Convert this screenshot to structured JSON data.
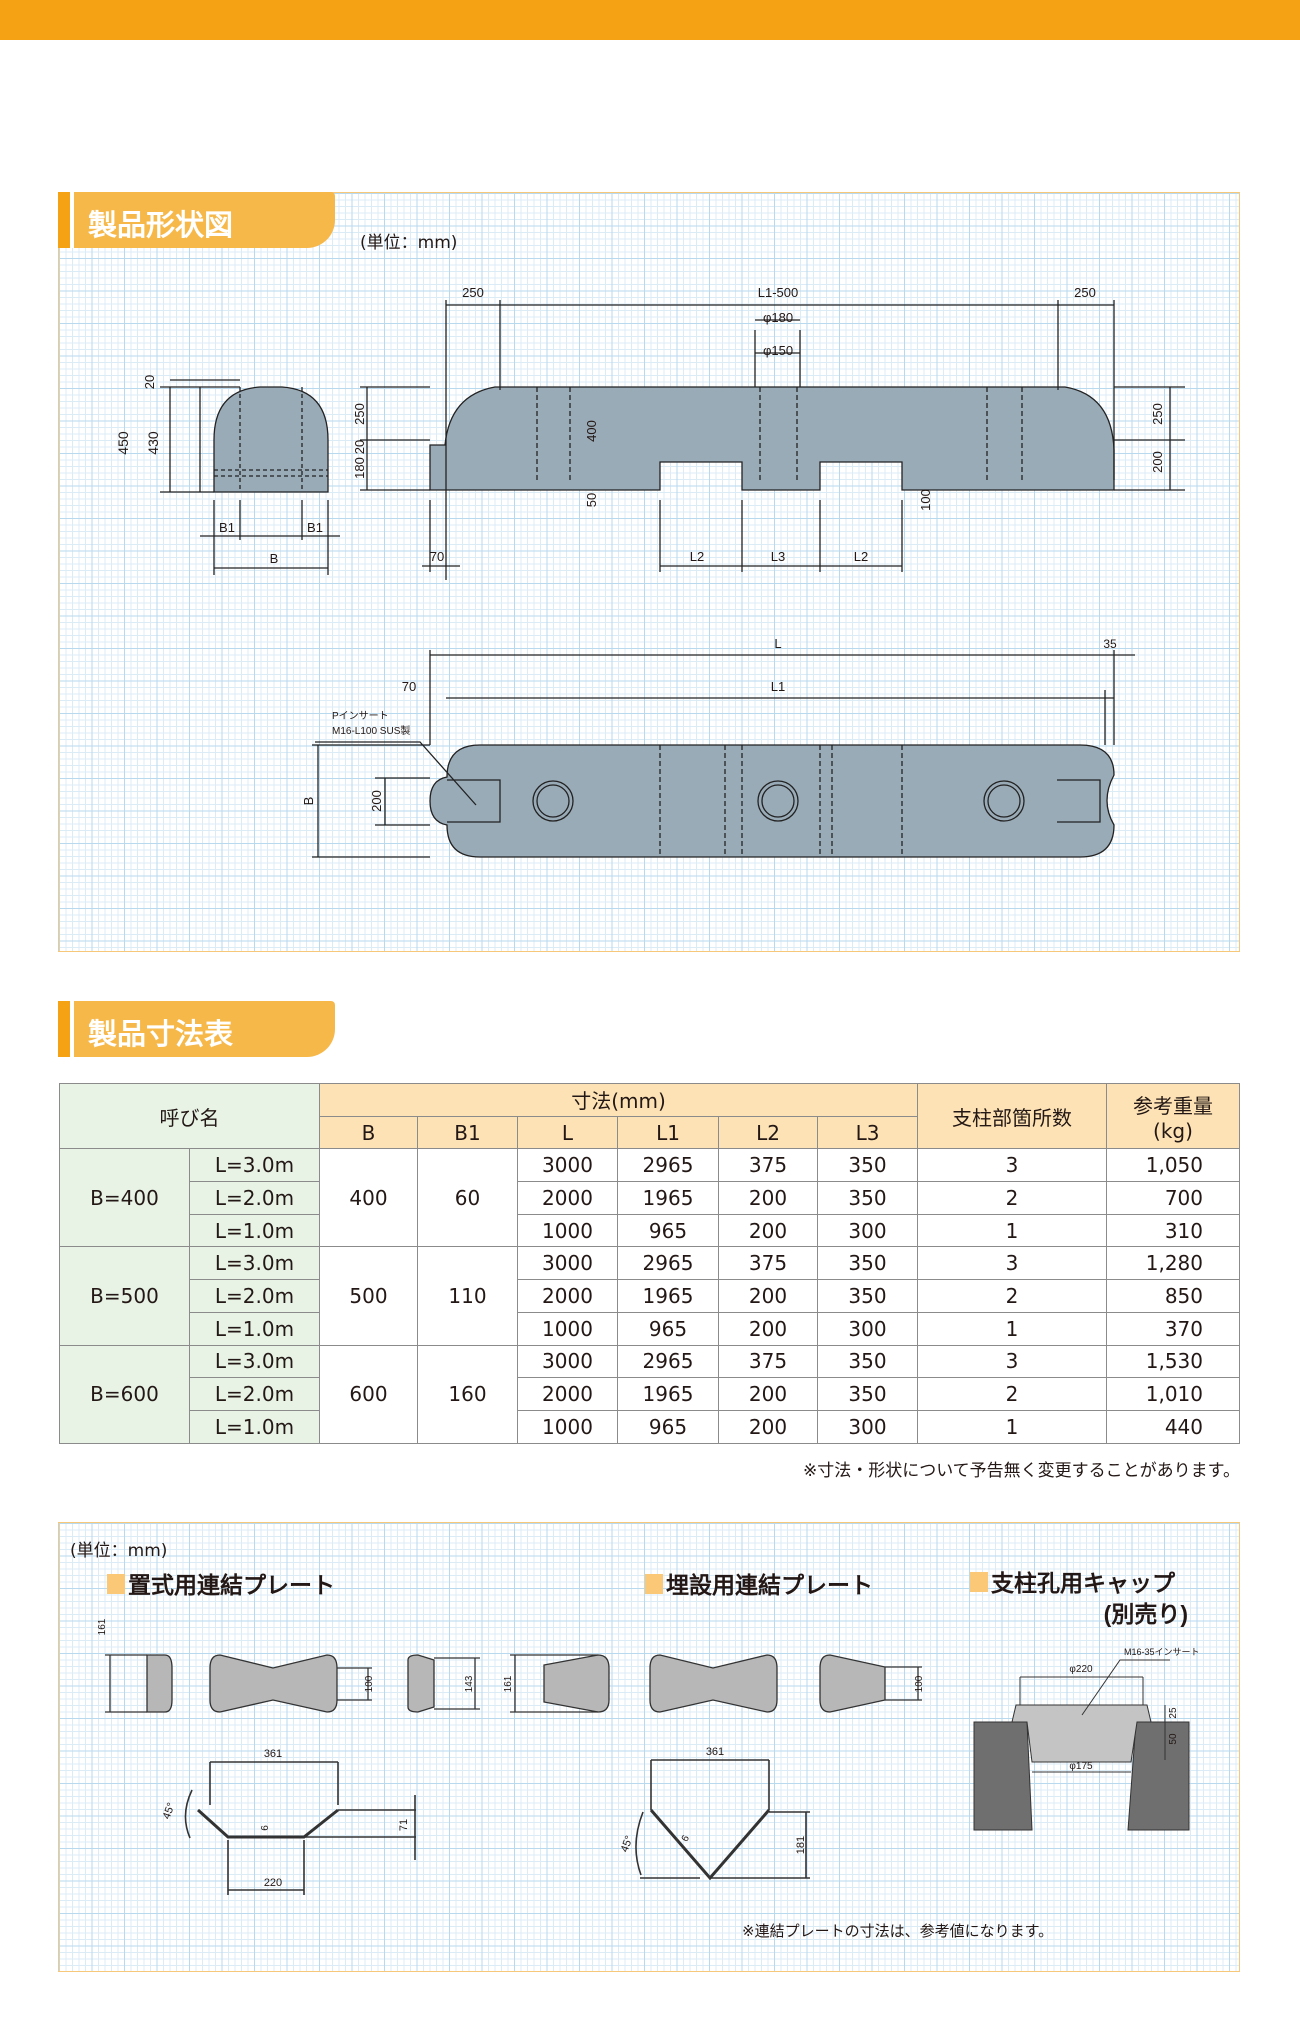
{
  "shape_section": {
    "title": "製品形状図",
    "unit": "(単位：mm)",
    "dims": {
      "d250a": "250",
      "l1_500": "L1-500",
      "d250b": "250",
      "phi180": "φ180",
      "phi150": "φ150",
      "f20": "20",
      "f450": "450",
      "f430": "430",
      "b1a": "B1",
      "b1b": "B1",
      "b": "B",
      "s250": "250",
      "s20": "20",
      "s180": "180",
      "s400": "400",
      "s50": "50",
      "s100": "100",
      "s70": "70",
      "l2a": "L2",
      "l3": "L3",
      "l2b": "L2",
      "r250": "250",
      "r200": "200",
      "pl": "L",
      "p35": "35",
      "pl1": "L1",
      "p70": "70",
      "insert1": "Pインサート",
      "insert2": "M16-L100 SUS製",
      "pb": "B",
      "p200": "200"
    }
  },
  "table_section": {
    "title": "製品寸法表",
    "headers": {
      "name": "呼び名",
      "dims": "寸法(mm)",
      "b": "B",
      "b1": "B1",
      "l": "L",
      "l1": "L1",
      "l2": "L2",
      "l3": "L3",
      "posts": "支柱部箇所数",
      "weight1": "参考重量",
      "weight2": "(kg)"
    },
    "groups": [
      {
        "name": "B=400",
        "b": "400",
        "b1": "60",
        "rows": [
          {
            "len": "L=3.0m",
            "l": "3000",
            "l1": "2965",
            "l2": "375",
            "l3": "350",
            "posts": "3",
            "weight": "1,050"
          },
          {
            "len": "L=2.0m",
            "l": "2000",
            "l1": "1965",
            "l2": "200",
            "l3": "350",
            "posts": "2",
            "weight": "700"
          },
          {
            "len": "L=1.0m",
            "l": "1000",
            "l1": "965",
            "l2": "200",
            "l3": "300",
            "posts": "1",
            "weight": "310"
          }
        ]
      },
      {
        "name": "B=500",
        "b": "500",
        "b1": "110",
        "rows": [
          {
            "len": "L=3.0m",
            "l": "3000",
            "l1": "2965",
            "l2": "375",
            "l3": "350",
            "posts": "3",
            "weight": "1,280"
          },
          {
            "len": "L=2.0m",
            "l": "2000",
            "l1": "1965",
            "l2": "200",
            "l3": "350",
            "posts": "2",
            "weight": "850"
          },
          {
            "len": "L=1.0m",
            "l": "1000",
            "l1": "965",
            "l2": "200",
            "l3": "300",
            "posts": "1",
            "weight": "370"
          }
        ]
      },
      {
        "name": "B=600",
        "b": "600",
        "b1": "160",
        "rows": [
          {
            "len": "L=3.0m",
            "l": "3000",
            "l1": "2965",
            "l2": "375",
            "l3": "350",
            "posts": "3",
            "weight": "1,530"
          },
          {
            "len": "L=2.0m",
            "l": "2000",
            "l1": "1965",
            "l2": "200",
            "l3": "350",
            "posts": "2",
            "weight": "1,010"
          },
          {
            "len": "L=1.0m",
            "l": "1000",
            "l1": "965",
            "l2": "200",
            "l3": "300",
            "posts": "1",
            "weight": "440"
          }
        ]
      }
    ],
    "note": "※寸法・形状について予告無く変更することがあります。"
  },
  "parts_section": {
    "unit": "(単位：mm)",
    "placed_title": "置式用連結プレート",
    "buried_title": "埋設用連結プレート",
    "cap_title": "支柱孔用キャップ",
    "cap_sub": "(別売り)",
    "dims": {
      "p161a": "161",
      "p100a": "100",
      "p143": "143",
      "p161b": "161",
      "p100b": "100",
      "t361": "361",
      "t220": "220",
      "t45": "45°",
      "t6": "6",
      "t71": "71",
      "v361": "361",
      "v181": "181",
      "v45": "45°",
      "v6": "6",
      "c220": "φ220",
      "cins": "M16-35インサート",
      "c175": "φ175",
      "c25": "25",
      "c50": "50"
    },
    "note": "※連結プレートの寸法は、参考値になります。"
  },
  "colors": {
    "accent": "#f5a314",
    "tab": "#f7b84a",
    "body": "#9aabb8"
  }
}
